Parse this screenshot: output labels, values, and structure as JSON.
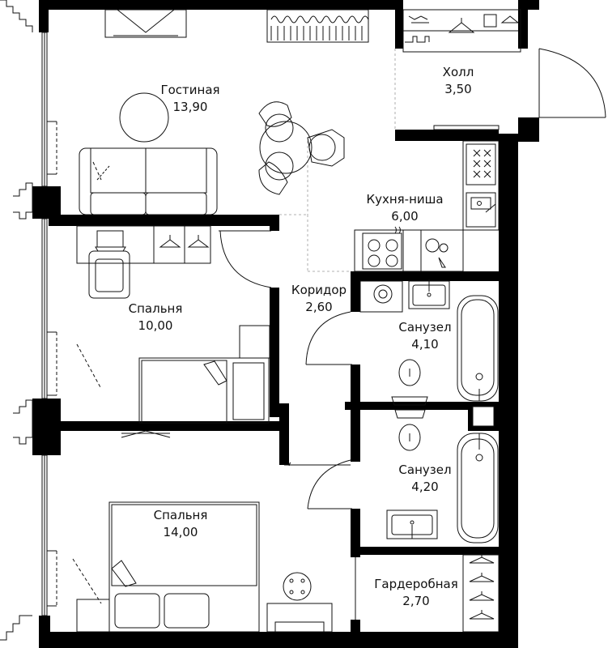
{
  "rooms": {
    "living": {
      "name": "Гостиная",
      "area": "13,90"
    },
    "hall": {
      "name": "Холл",
      "area": "3,50"
    },
    "kitchen": {
      "name": "Кухня-ниша",
      "area": "6,00"
    },
    "bedroom1": {
      "name": "Спальня",
      "area": "10,00"
    },
    "corridor": {
      "name": "Коридор",
      "area": "2,60"
    },
    "bath1": {
      "name": "Санузел",
      "area": "4,10"
    },
    "bath2": {
      "name": "Санузел",
      "area": "4,20"
    },
    "bedroom2": {
      "name": "Спальня",
      "area": "14,00"
    },
    "wardrobe": {
      "name": "Гардеробная",
      "area": "2,70"
    }
  },
  "icons": [
    "sofa-icon",
    "round-table-icon",
    "chair-icon",
    "bed-icon",
    "desk-icon",
    "laptop-icon",
    "office-chair-icon",
    "hanger-icon",
    "stove-icon",
    "sink-icon",
    "toilet-icon",
    "bathtub-icon",
    "washing-machine-icon",
    "door-icon",
    "window-icon",
    "radiator-icon"
  ]
}
